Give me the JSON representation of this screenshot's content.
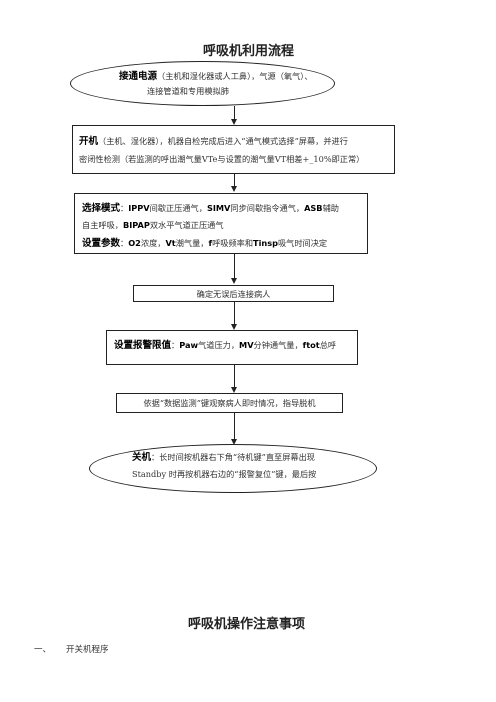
{
  "title": "呼吸机利用流程",
  "node1": {
    "keyword": "接通电源",
    "line1_rest": "（主机和湿化器或人工鼻），气源（氧气）、",
    "line2": "连接管道和专用模拟肺"
  },
  "node2": {
    "keyword": "开机",
    "line1_rest": "（主机、湿化器），机器自检完成后进入“通气模式选择”屏幕，并进行",
    "line2": "密闭性检测（若监测的呼出潮气量VTe与设置的潮气量VT相差+_10%即正常）"
  },
  "node3": {
    "keyword": "选择模式",
    "colon": "：",
    "ippv": "IPPV",
    "ippv_desc": "间歇正压通气，",
    "simv": "SIMV",
    "simv_desc": "同步间歇指令通气，",
    "asb": "ASB",
    "asb_desc": "辅助",
    "line2_a": "自主呼吸，",
    "bipap": "BIPAP",
    "bipap_desc": "双水平气道正压通气",
    "param_keyword": "设置参数",
    "o2": "O2",
    "o2_desc": "浓度，",
    "vt": "Vt",
    "vt_desc": "潮气量，",
    "f": "f",
    "f_desc": "呼吸频率和",
    "tinsp": "Tinsp",
    "tinsp_desc": "吸气时间决定"
  },
  "node4": {
    "text": "确定无误后连接病人"
  },
  "node5": {
    "keyword": "设置报警限值",
    "colon": "：",
    "paw": "Paw",
    "paw_desc": "气道压力，",
    "mv": "MV",
    "mv_desc": "分钟通气量，",
    "ftot": "ftot",
    "ftot_desc": "总呼"
  },
  "node6": {
    "text": "依据“数据监测”键观察病人即时情况，指导脱机"
  },
  "node7": {
    "keyword": "关机",
    "line1_rest": "：长时间按机器右下角“待机键”直至屏幕出现",
    "line2": "Standby 时再按机器右边的“报警复位”键，最后按"
  },
  "section_title": "呼吸机操作注意事项",
  "section_item": {
    "number": "一、",
    "text": "开关机程序"
  }
}
